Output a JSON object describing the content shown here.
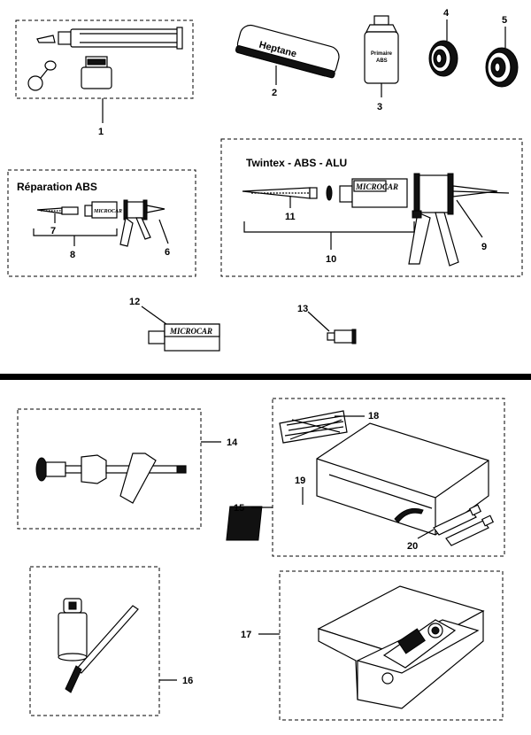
{
  "sections": {
    "reparation_abs": "Réparation ABS",
    "twintex": "Twintex - ABS - ALU"
  },
  "labels": {
    "p1": "1",
    "p2": "2",
    "p3": "3",
    "p4": "4",
    "p5": "5",
    "p6": "6",
    "p7": "7",
    "p8": "8",
    "p9": "9",
    "p10": "10",
    "p11": "11",
    "p12": "12",
    "p13": "13",
    "p14": "14",
    "p15": "15",
    "p16": "16",
    "p17": "17",
    "p18": "18",
    "p19": "19",
    "p20": "20"
  },
  "product_text": {
    "heptane": "Heptane",
    "primaire_line1": "Primaire",
    "primaire_line2": "ABS",
    "brand": "MICROCAR"
  }
}
